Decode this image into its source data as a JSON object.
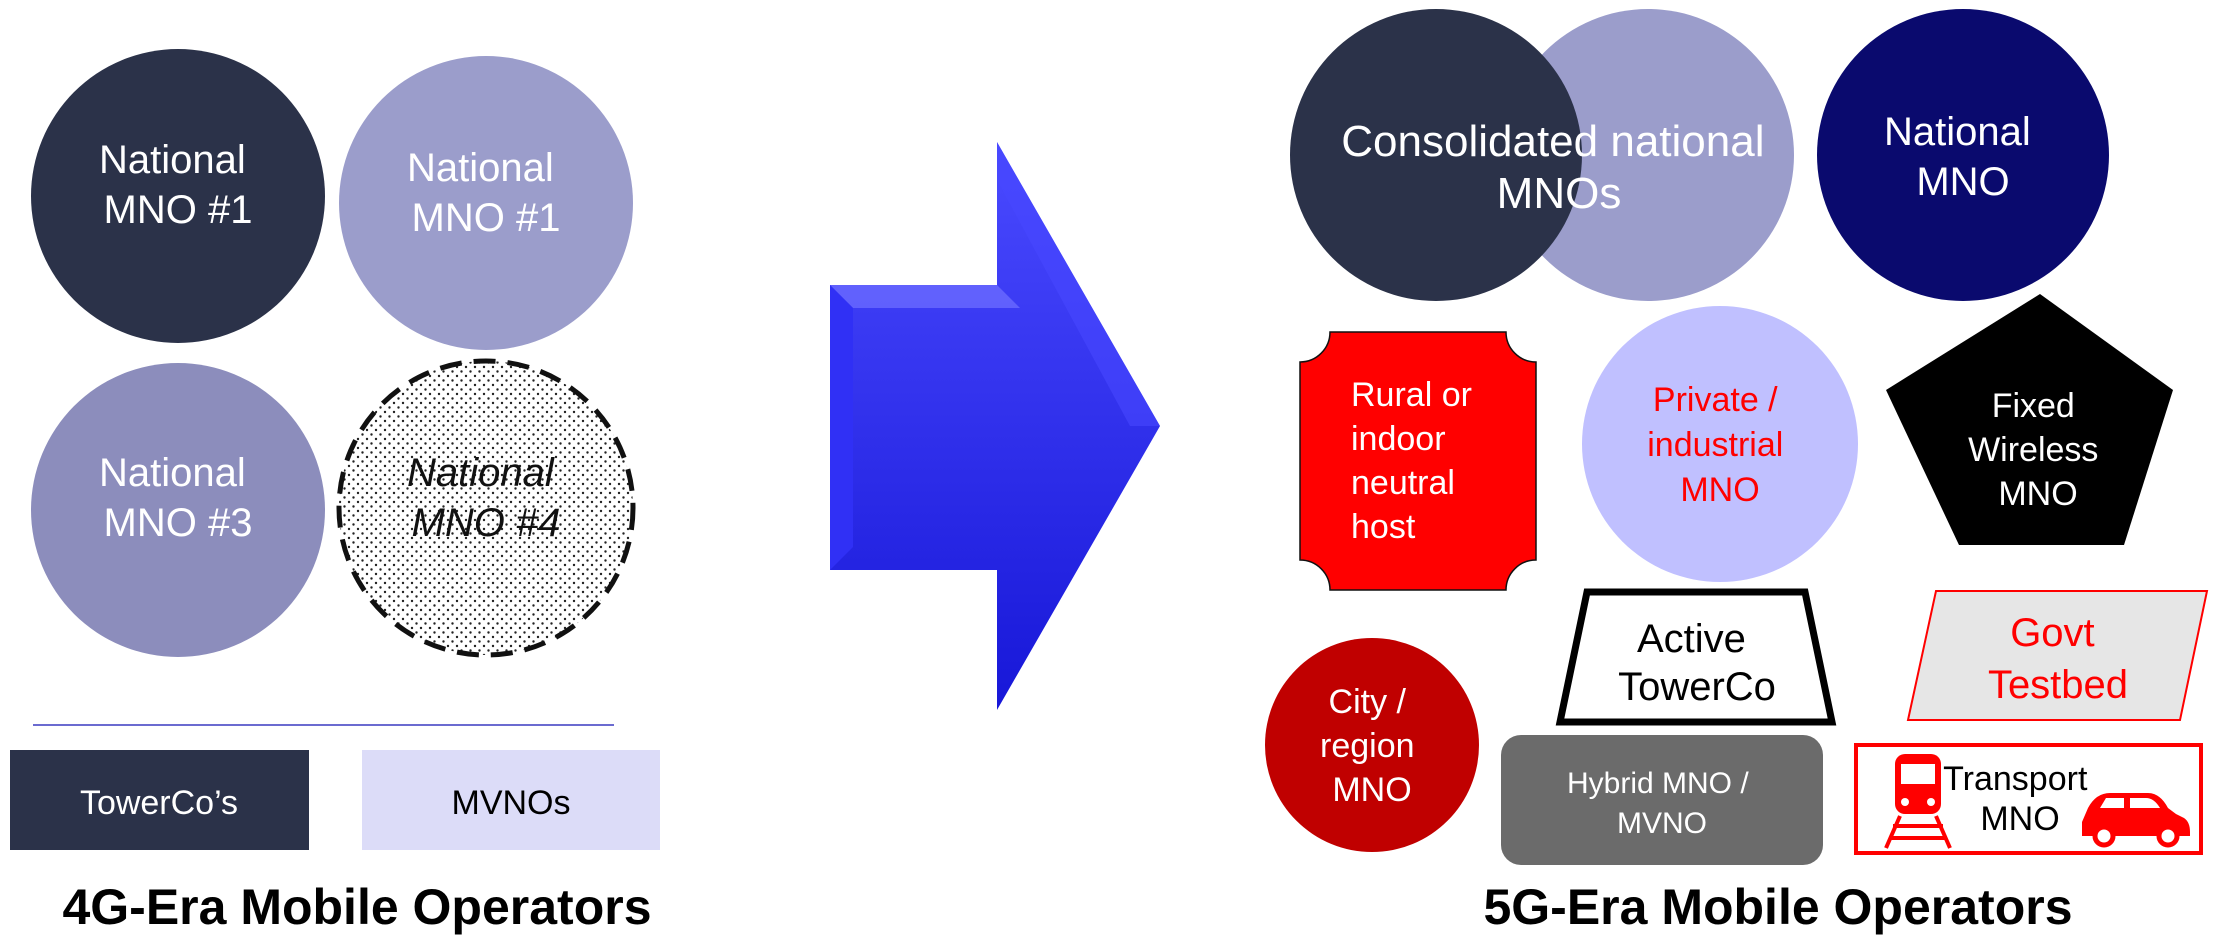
{
  "left": {
    "title": "4G-Era Mobile Operators",
    "circles": [
      {
        "lines": [
          "National",
          "MNO #1"
        ],
        "fill": "#2b3249",
        "text_color": "#ffffff"
      },
      {
        "lines": [
          "National",
          "MNO #1"
        ],
        "fill": "#9b9dcb",
        "text_color": "#ffffff"
      },
      {
        "lines": [
          "National",
          "MNO #3"
        ],
        "fill": "#8c8dbc",
        "text_color": "#ffffff"
      },
      {
        "lines": [
          "National",
          "MNO #4"
        ],
        "fill": "dotted",
        "text_color": "#111111",
        "style": "italic, dashed outline"
      }
    ],
    "boxes": [
      {
        "label": "TowerCo’s",
        "fill": "#2b3249",
        "text_color": "#ffffff"
      },
      {
        "label": "MVNOs",
        "fill": "#dcdcf8",
        "text_color": "#000000"
      }
    ]
  },
  "arrow": {
    "color": "#1f1ff0"
  },
  "right": {
    "title": "5G-Era Mobile Operators",
    "consolidated": {
      "lines": [
        "Consolidated national",
        "MNOs"
      ],
      "fills": [
        "#2b3249",
        "#9b9dcb"
      ]
    },
    "national": {
      "lines": [
        "National",
        "MNO"
      ],
      "fill": "#0a0a6e"
    },
    "rural": {
      "lines": [
        "Rural or",
        "indoor",
        "neutral",
        "host"
      ],
      "fill": "#ff0000"
    },
    "private": {
      "lines": [
        "Private /",
        "industrial",
        "MNO"
      ],
      "fill": "#c0c0ff",
      "text_color": "#ff0000"
    },
    "fixed_wireless": {
      "lines": [
        "Fixed",
        "Wireless",
        "MNO"
      ],
      "fill": "#000000"
    },
    "active_towerco": {
      "lines": [
        "Active",
        "TowerCo"
      ]
    },
    "govt": {
      "lines": [
        "Govt",
        "Testbed"
      ],
      "fill": "#e6e6e6",
      "color": "#ff0000"
    },
    "city": {
      "lines": [
        "City /",
        "region",
        "MNO"
      ],
      "fill": "#c00000"
    },
    "hybrid": {
      "lines": [
        "Hybrid MNO /",
        "MVNO"
      ],
      "fill": "#6b6b6b"
    },
    "transport": {
      "lines": [
        "Transport",
        "MNO"
      ],
      "color": "#ff0000"
    }
  }
}
